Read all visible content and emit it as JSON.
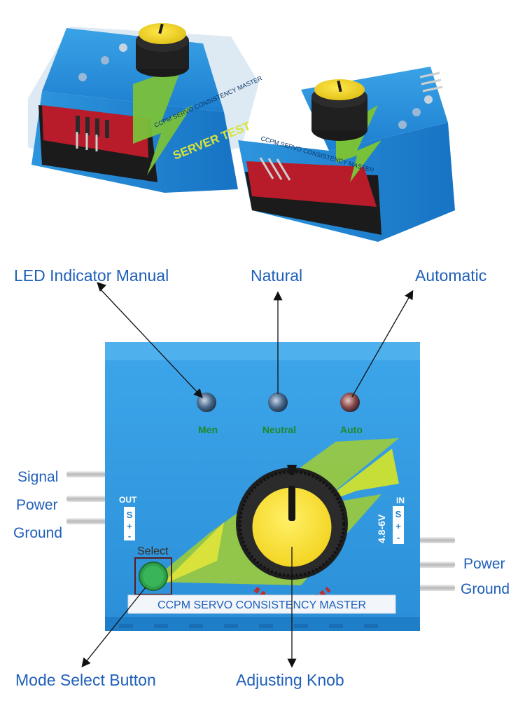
{
  "top_photo": {
    "left_device": {
      "side_text": "SERVER TEST",
      "front_text": "CCPM SERVO CONSISTENCY MASTER"
    },
    "right_device": {
      "front_text": "CCPM SERVO CONSISTENCY MASTER"
    }
  },
  "callouts": {
    "led_manual": "LED Indicator Manual",
    "natural": "Natural",
    "automatic": "Automatic",
    "mode_select_button": "Mode Select Button",
    "adjusting_knob": "Adjusting Knob"
  },
  "left_pins": {
    "signal": "Signal",
    "power": "Power",
    "ground": "Ground"
  },
  "right_pins": {
    "power": "Power",
    "ground": "Ground"
  },
  "device": {
    "led_men": "Men",
    "led_neutral": "Neutral",
    "led_auto": "Auto",
    "out_label": "OUT",
    "out_s": "S",
    "out_plus": "+",
    "out_minus": "-",
    "in_label": "IN",
    "in_s": "S",
    "in_plus": "+",
    "in_minus": "-",
    "voltage": "4.8-6V",
    "select_label": "Select",
    "banner": "CCPM SERVO CONSISTENCY MASTER"
  },
  "colors": {
    "label_blue": "#1f5fb8",
    "case_blue": "#2a8fd8",
    "knob_yellow": "#f4dc2a",
    "led_green_text": "#1d8a2a",
    "pcb_red": "#b81c2a"
  }
}
